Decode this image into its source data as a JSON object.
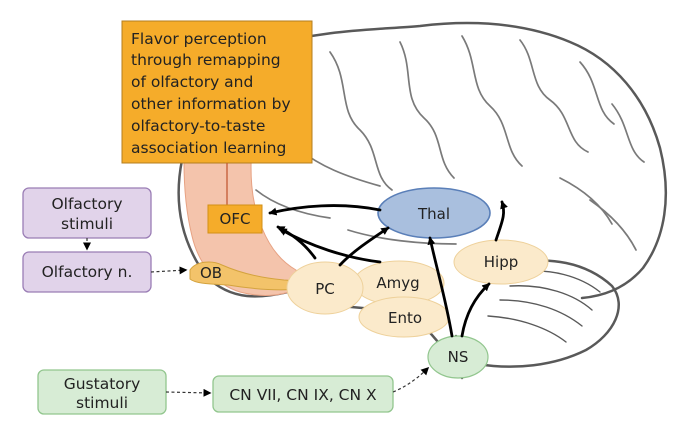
{
  "callout": {
    "lines": [
      "Flavor perception",
      "through remapping",
      "of olfactory and",
      "other information by",
      "olfactory-to-taste",
      "association  learning"
    ]
  },
  "boxes": {
    "olfactory_stimuli": [
      "Olfactory",
      "stimuli"
    ],
    "olfactory_nerve": "Olfactory n.",
    "gustatory_stimuli": [
      "Gustatory",
      "stimuli"
    ],
    "cranial_nerves": "CN VII, CN IX, CN X"
  },
  "regions": {
    "ofc": "OFC",
    "ob": "OB",
    "thal": "Thal",
    "hipp": "Hipp",
    "pc": "PC",
    "amyg": "Amyg",
    "ento": "Ento",
    "ns": "NS"
  },
  "colors": {
    "callout_fill": "#f5ac2a",
    "purple_fill": "#e1d3ea",
    "purple_stroke": "#9a7db5",
    "green_fill": "#d7ecd5",
    "green_stroke": "#92c68e",
    "thal_fill": "#a9bfde",
    "thal_stroke": "#5a7fb8",
    "beige_fill": "#fbeacb",
    "ofc_region": "#f4c4ac",
    "bulb_fill": "#f3c36a"
  }
}
